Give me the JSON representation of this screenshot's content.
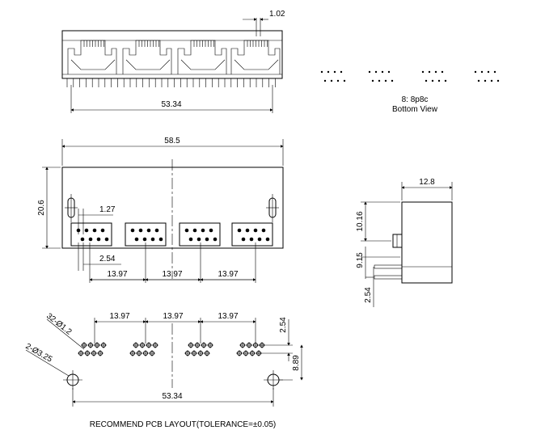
{
  "top_view": {
    "dim_pitch": "1.02",
    "dim_width": "53.34"
  },
  "bottom_view": {
    "caption_line1": "8: 8p8c",
    "caption_line2": "Bottom View"
  },
  "front_view": {
    "dim_total_width": "58.5",
    "dim_height": "20.6",
    "dim_pin_pitch": "1.27",
    "dim_row": "2.54",
    "dim_port_pitch_1": "13.97",
    "dim_port_pitch_2": "13.97",
    "dim_port_pitch_3": "13.97"
  },
  "side_view": {
    "dim_depth": "12.8",
    "dim_peg": "10.16",
    "dim_pin_height": "9.15",
    "dim_pin_spacing": "2.54"
  },
  "pcb_layout": {
    "dim_hole_label": "32-Ø1.2",
    "dim_post_label": "2-Ø3.25",
    "dim_pitch_1": "13.97",
    "dim_pitch_2": "13.97",
    "dim_pitch_3": "13.97",
    "dim_row": "2.54",
    "dim_offset": "8.89",
    "dim_width": "53.34",
    "caption": "RECOMMEND PCB LAYOUT(TOLERANCE=±0.05)"
  }
}
